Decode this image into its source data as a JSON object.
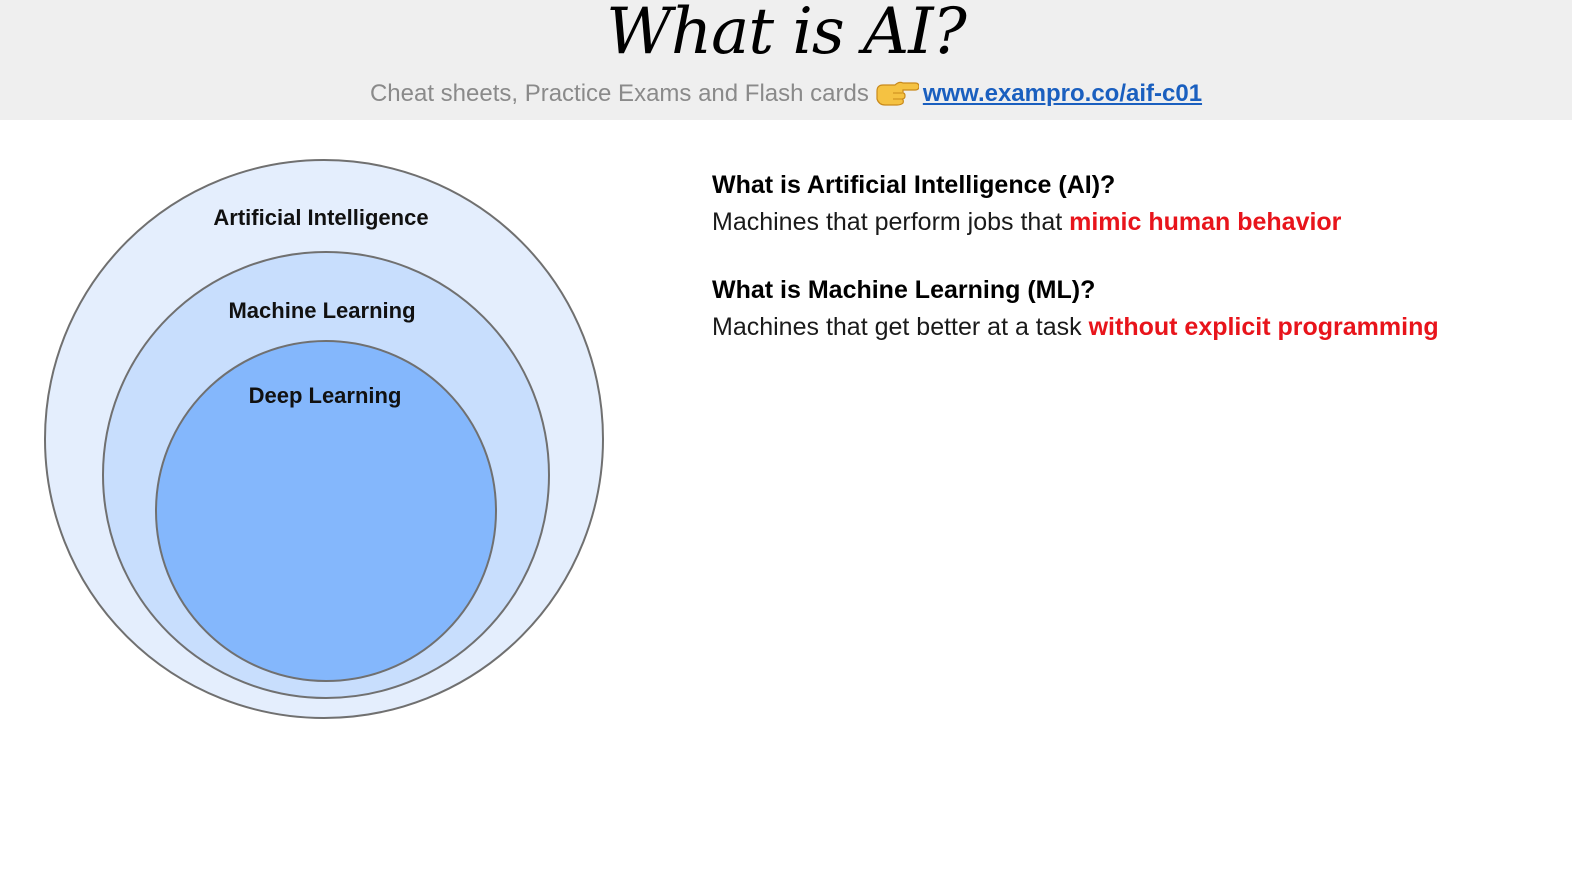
{
  "header": {
    "title": "What is AI?",
    "subtitle": "Cheat sheets, Practice Exams and Flash cards",
    "pointer_icon": "pointing-hand-icon",
    "link_text": "www.exampro.co/aif-c01",
    "colors": {
      "background": "#efefef",
      "subtitle": "#8a8a8a",
      "link": "#1a5fbf"
    }
  },
  "diagram": {
    "outer_label": "Artificial Intelligence",
    "middle_label": "Machine Learning",
    "inner_label": "Deep Learning",
    "colors": {
      "outer": "#e4eefd",
      "middle": "#c8defd",
      "inner": "#84b7fc",
      "stroke": "#707070"
    }
  },
  "definitions": [
    {
      "question": "What is Artificial Intelligence (AI)?",
      "answer": "Machines that perform jobs that ",
      "highlight": "mimic human behavior"
    },
    {
      "question": "What is Machine Learning (ML)?",
      "answer": "Machines that get better at a task ",
      "highlight": "without explicit programming"
    }
  ],
  "highlight_color": "#e8141b"
}
